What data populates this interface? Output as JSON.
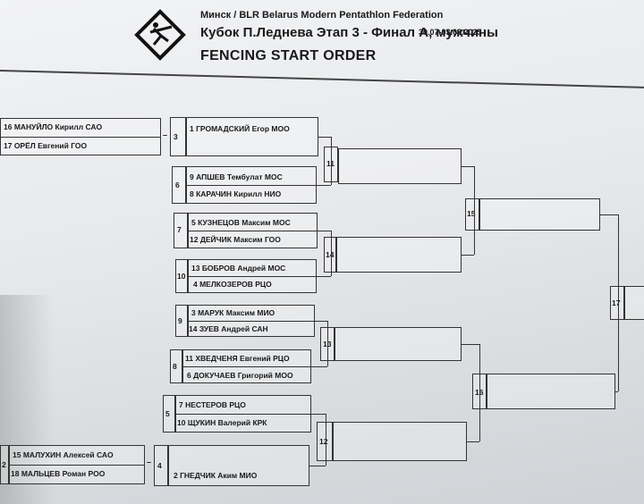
{
  "header": {
    "location_line": "Минск / BLR   Belarus Modern Pentathlon Federation",
    "title_line": "Кубок П.Леднева Этап 3   -   Финал А, мужчины",
    "dates": "30.07-03.08.2025",
    "subtitle": "FENCING START ORDER"
  },
  "logo": {
    "icon": "fencing-pentathlon-logo"
  },
  "bouts": {
    "b3": {
      "num": "3",
      "p1": "16 МАНУЙЛО Кирилл   САО",
      "p2": "17 ОРЁЛ Евгений         ГОО",
      "p3": "1  ГРОМАДСКИЙ Егор    МОО"
    },
    "b6": {
      "num": "6",
      "p1": "9  АПШЕВ Тембулат       МОС",
      "p2": "8  КАРАЧИН Кирилл       НИО"
    },
    "b7": {
      "num": "7",
      "p1": "5  КУЗНЕЦОВ Максим     МОС",
      "p2": "12 ДЕЙЧИК Максим        ГОО"
    },
    "b10": {
      "num": "10",
      "p1": "13 БОБРОВ Андрей         МОС",
      "p2": "4  МЕЛКОЗЕРОВ              РЦО"
    },
    "b9": {
      "num": "9",
      "p1": "3  МАРУК Максим         МИО",
      "p2": "14 ЗУЕВ Андрей             САН"
    },
    "b8": {
      "num": "8",
      "p1": "11 ХВЕДЧЕНЯ Евгений  РЦО",
      "p2": "6  ДОКУЧАЕВ Григорий МОО"
    },
    "b5": {
      "num": "5",
      "p1": "7  НЕСТЕРОВ                 РЦО",
      "p2": "10 ЩУКИН Валерий       КРК"
    },
    "b2": {
      "num": "2",
      "p1": "15 МАЛУХИН Алексей    САО",
      "p2": "18 МАЛЬЦЕВ Роман       РОО"
    },
    "b4": {
      "num": "4",
      "p2": "2  ГНЕДЧИК Аким                МИО"
    },
    "b11": {
      "num": "11"
    },
    "b14": {
      "num": "14"
    },
    "b13": {
      "num": "13"
    },
    "b12": {
      "num": "12"
    },
    "b15": {
      "num": "15"
    },
    "b16": {
      "num": "16"
    },
    "b17": {
      "num": "17"
    }
  }
}
